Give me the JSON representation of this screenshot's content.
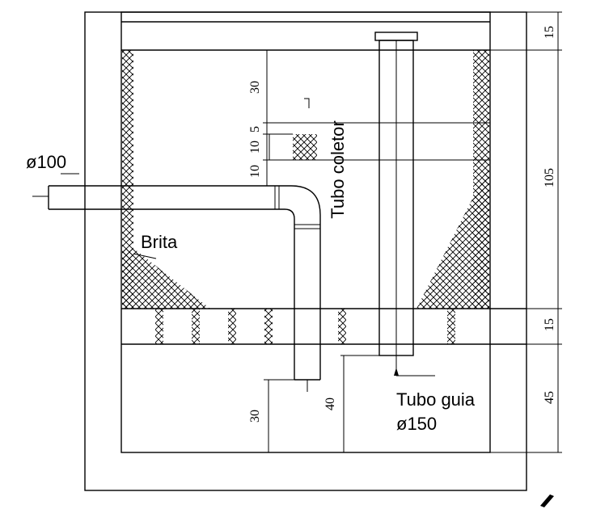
{
  "labels": {
    "inlet_pipe": "ø100",
    "gravel": "Brita",
    "collector_pipe": "Tubo coletor",
    "guide_pipe": "Tubo guia",
    "guide_pipe_diameter": "ø150"
  },
  "dimensions": {
    "right": {
      "top_slab": "15",
      "filter_bed": "105",
      "false_bottom": "15",
      "bottom_chamber": "45"
    },
    "inner_left": {
      "upper": "30",
      "gap": "5",
      "collector": "10",
      "lower": "10"
    },
    "bottom": {
      "pipe_depth": "30",
      "chamber_depth": "40"
    }
  }
}
